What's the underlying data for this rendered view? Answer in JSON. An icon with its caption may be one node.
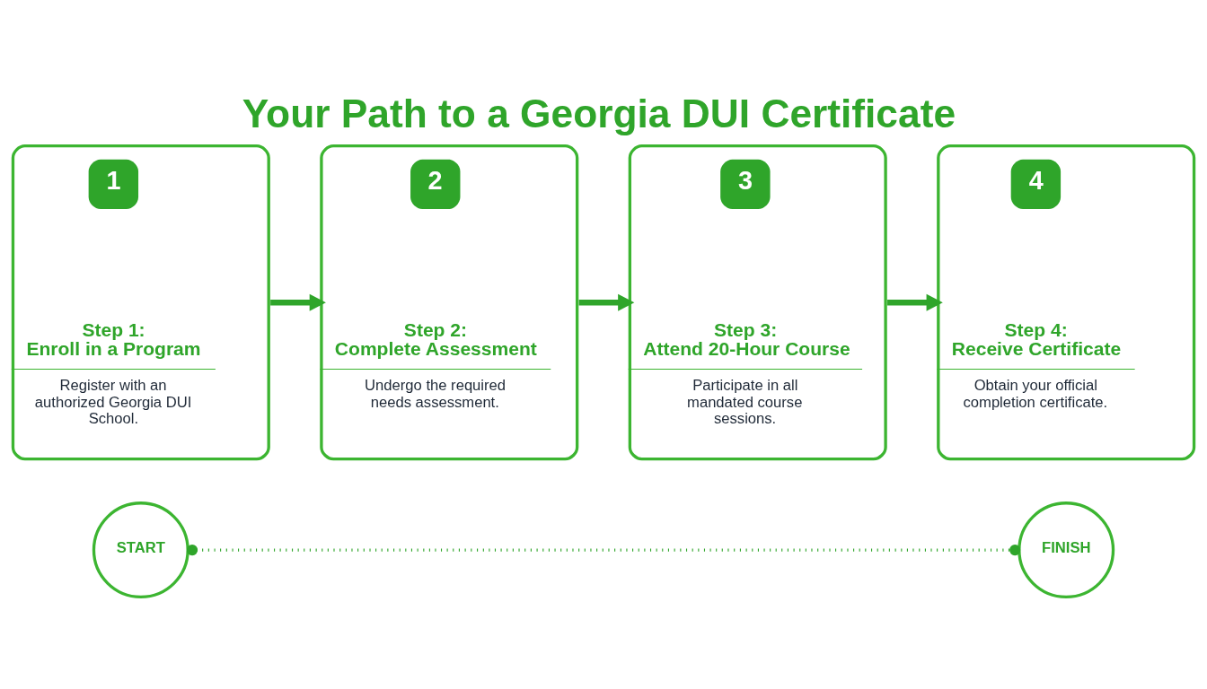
{
  "diagram": {
    "title": "Your Path to a Georgia DUI Certificate",
    "nodes": [
      {
        "text": [
          "1",
          "Step 1: Enroll in a Program",
          "Register with an authorized Georgia DUI School."
        ]
      },
      {
        "text": [
          "2",
          "Step 2: Complete Assessment",
          "Undergo the required needs assessment."
        ]
      },
      {
        "text": [
          "3",
          "Step 3: Attend 20-Hour Course",
          "Participate in all mandated course sessions."
        ]
      },
      {
        "text": [
          "4",
          "Step 4: Receive Certificate",
          "Obtain your official completion certificate."
        ]
      },
      {
        "text": [
          "START"
        ]
      },
      {
        "text": [
          "FINISH"
        ]
      }
    ],
    "edges": [
      {
        "from": 0,
        "to": 1,
        "arrow": "to"
      },
      {
        "from": 1,
        "to": 2,
        "arrow": "to"
      },
      {
        "from": 2,
        "to": 3,
        "arrow": "to"
      },
      {
        "from": 4,
        "to": 5,
        "arrow": "other",
        "style": "dashed"
      }
    ]
  }
}
